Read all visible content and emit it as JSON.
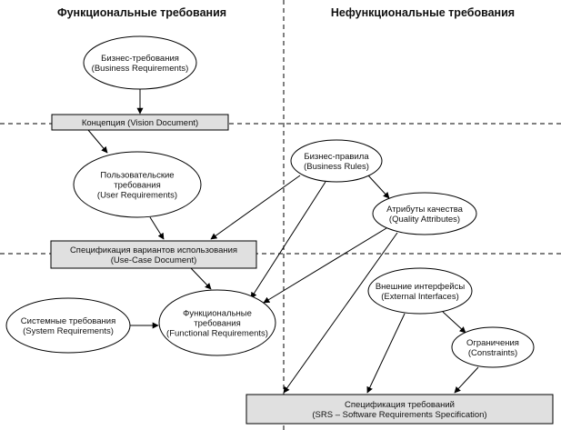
{
  "headers": {
    "functional": "Функциональные требования",
    "nonfunctional": "Нефункциональные требования"
  },
  "nodes": {
    "business_req": [
      "Бизнес-требования",
      "(Business Requirements)"
    ],
    "vision_doc": [
      "Концепция (Vision Document)"
    ],
    "user_req": [
      "Пользовательские",
      "требования",
      "(User Requirements)"
    ],
    "use_case_doc": [
      "Спецификация вариантов использования",
      "(Use-Case Document)"
    ],
    "system_req": [
      "Системные требования",
      "(System Requirements)"
    ],
    "functional_req": [
      "Функцио­нальные",
      "требования",
      "(Functional Requirements)"
    ],
    "business_rules": [
      "Бизнес-правила",
      "(Business Rules)"
    ],
    "quality_attr": [
      "Атрибуты качества",
      "(Quality Attributes)"
    ],
    "external_if": [
      "Внешние интерфейсы",
      "(External Interfaces)"
    ],
    "constraints": [
      "Ограничения",
      "(Constraints)"
    ],
    "srs": [
      "Спецификация требований",
      "(SRS – Software Requirements Specification)"
    ]
  },
  "edges": [
    [
      "business_req",
      "vision_doc"
    ],
    [
      "vision_doc",
      "user_req"
    ],
    [
      "user_req",
      "use_case_doc"
    ],
    [
      "use_case_doc",
      "functional_req"
    ],
    [
      "system_req",
      "functional_req"
    ],
    [
      "business_rules",
      "use_case_doc"
    ],
    [
      "business_rules",
      "functional_req"
    ],
    [
      "business_rules",
      "quality_attr"
    ],
    [
      "quality_attr",
      "functional_req"
    ],
    [
      "quality_attr",
      "srs"
    ],
    [
      "external_if",
      "constraints"
    ],
    [
      "external_if",
      "srs"
    ],
    [
      "constraints",
      "srs"
    ]
  ]
}
